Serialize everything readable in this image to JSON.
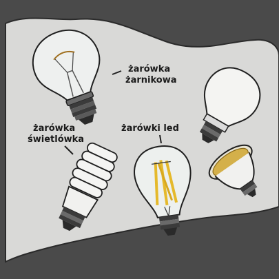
{
  "labels": {
    "incandescent_line1": "żarówka",
    "incandescent_line2": "żarnikowa",
    "fluorescent_line1": "żarówka",
    "fluorescent_line2": "świetlówka",
    "led": "żarówki led"
  },
  "colors": {
    "background_dark": "#4a4a4a",
    "background_light": "#d8d8d6",
    "filament": "#e5b92b",
    "glass": "#e9ecea",
    "base_metal": "#3a3a3a",
    "outline": "#1f1f1f"
  }
}
